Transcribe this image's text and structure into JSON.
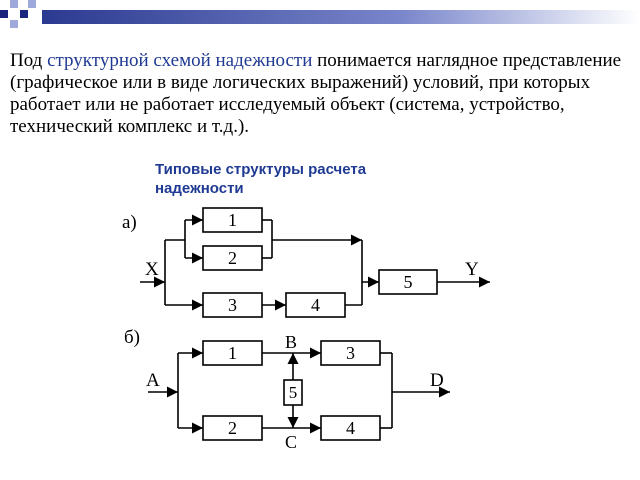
{
  "intro": {
    "prefix": "Под ",
    "highlight": "структурной схемой надежности",
    "suffix": " понимается наглядное представление (графическое или в виде логических выражений) условий, при которых работает или не работает исследуемый объект (система, устройство, технический комплекс и т.д.)."
  },
  "caption": "Типовые структуры расчета надежности",
  "diagram_a": {
    "label": "а)",
    "input": "X",
    "output": "Y",
    "blocks": [
      "1",
      "2",
      "3",
      "4",
      "5"
    ]
  },
  "diagram_b": {
    "label": "б)",
    "input": "A",
    "output": "D",
    "node_top": "B",
    "node_bottom": "C",
    "blocks": [
      "1",
      "2",
      "3",
      "4",
      "5"
    ]
  },
  "colors": {
    "accent": "#1f3a93",
    "deco_dark": "#1a237e",
    "deco_light": "#9fa8da"
  }
}
